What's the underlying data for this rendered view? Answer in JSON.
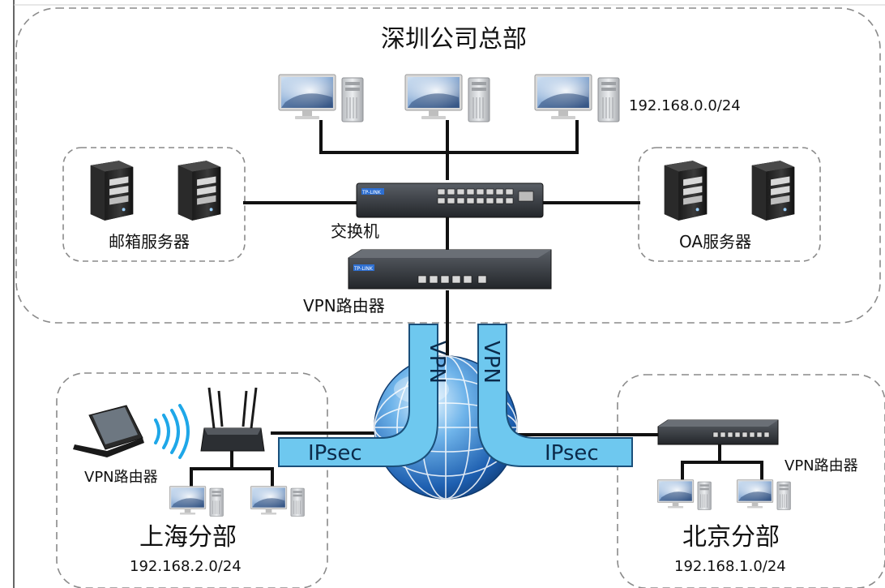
{
  "hq": {
    "title": "深圳公司总部",
    "subnet": "192.168.0.0/24",
    "mail_servers_label": "邮箱服务器",
    "oa_servers_label": "OA服务器",
    "switch_label": "交换机",
    "vpn_router_label": "VPN路由器"
  },
  "shanghai": {
    "title": "上海分部",
    "subnet": "192.168.2.0/24",
    "vpn_router_label": "VPN路由器"
  },
  "beijing": {
    "title": "北京分部",
    "subnet": "192.168.1.0/24",
    "vpn_router_label": "VPN路由器"
  },
  "tunnels": {
    "left_vertical": "VPN",
    "right_vertical": "VPN",
    "left_horizontal": "IPsec",
    "right_horizontal": "IPsec"
  },
  "device_brand": "TP-LINK",
  "colors": {
    "tunnel_fill": "#6ec8ef",
    "tunnel_stroke": "#1a4f7a",
    "link": "#111111",
    "group_border": "#9a9a9a"
  }
}
